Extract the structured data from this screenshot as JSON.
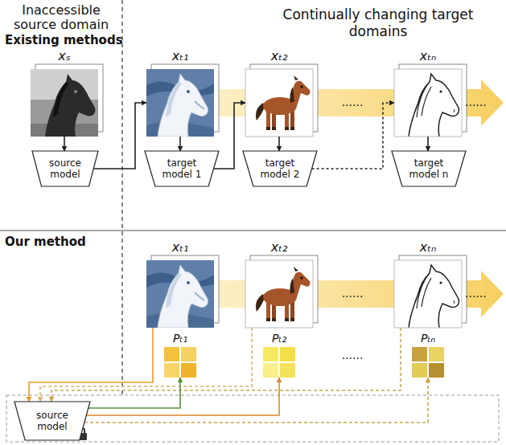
{
  "diagram": {
    "nodes": [
      {
        "text": [
          "xₛ"
        ]
      },
      {
        "text": [
          "source model"
        ]
      },
      {
        "text": [
          "xₜ₁"
        ]
      },
      {
        "text": [
          "target model 1"
        ]
      },
      {
        "text": [
          "xₜ₂"
        ]
      },
      {
        "text": [
          "target model 2"
        ]
      },
      {
        "text": [
          "xₜₙ"
        ]
      },
      {
        "text": [
          "target model n"
        ]
      },
      {
        "text": [
          "xₜ₁"
        ]
      },
      {
        "text": [
          "xₜ₂"
        ]
      },
      {
        "text": [
          "xₜₙ"
        ]
      },
      {
        "text": [
          "Pₜ₁"
        ]
      },
      {
        "text": [
          "Pₜ₂"
        ]
      },
      {
        "text": [
          "Pₜₙ"
        ]
      },
      {
        "text": [
          "source model"
        ]
      }
    ],
    "edges": [
      {
        "from": 0,
        "to": 1,
        "arrow": "to"
      },
      {
        "from": 1,
        "to": 2,
        "arrow": "to"
      },
      {
        "from": 2,
        "to": 3,
        "arrow": "to"
      },
      {
        "from": 3,
        "to": 4,
        "arrow": "to"
      },
      {
        "from": 4,
        "to": 5,
        "arrow": "to"
      },
      {
        "from": 5,
        "to": 6,
        "arrow": "to"
      },
      {
        "from": 6,
        "to": 7,
        "arrow": "to"
      },
      {
        "from": 8,
        "to": 14,
        "arrow": "to"
      },
      {
        "from": 9,
        "to": 14,
        "arrow": "to"
      },
      {
        "from": 10,
        "to": 14,
        "arrow": "to"
      },
      {
        "from": 14,
        "to": 11,
        "arrow": "to"
      },
      {
        "from": 14,
        "to": 12,
        "arrow": "to"
      },
      {
        "from": 14,
        "to": 13,
        "arrow": "to"
      }
    ],
    "labels": [
      "Inaccessible source domain",
      "Continually changing target domains",
      "Existing methods",
      "Our method",
      "......",
      "......",
      "......",
      "......",
      "......"
    ]
  }
}
